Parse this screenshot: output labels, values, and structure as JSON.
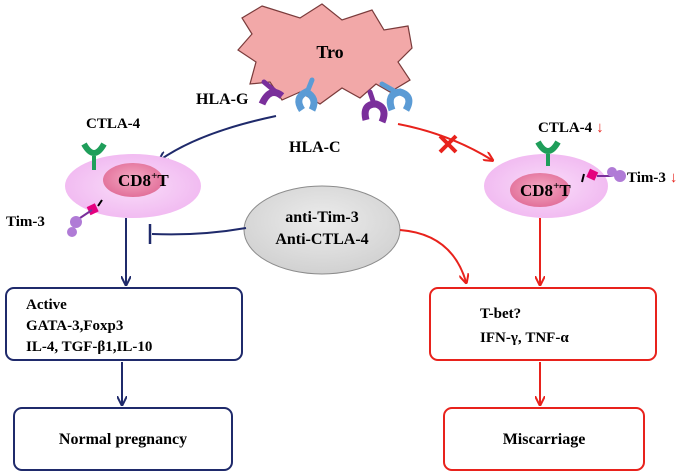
{
  "trophoblast": {
    "label": "Tro"
  },
  "receptors": {
    "hla_g": "HLA-G",
    "hla_c": "HLA-C"
  },
  "left_cell": {
    "label": "CD8",
    "sup": "+",
    "suffix": "T",
    "ctla4": "CTLA-4",
    "tim3": "Tim-3"
  },
  "right_cell": {
    "label": "CD8",
    "sup": "+",
    "suffix": "T",
    "ctla4": "CTLA-4",
    "tim3": "Tim-3",
    "down_arrow": "↓"
  },
  "blockers": {
    "line1": "anti-Tim-3",
    "line2": "Anti-CTLA-4"
  },
  "left_effects": {
    "line1": "Active",
    "line2": "GATA-3,Foxp3",
    "line3": "IL-4, TGF-β1,IL-10"
  },
  "right_effects": {
    "line1": "T-bet?",
    "line2": "IFN-γ, TNF-α"
  },
  "outcomes": {
    "normal": "Normal pregnancy",
    "miscarriage": "Miscarriage"
  },
  "colors": {
    "navy": "#1f2a6b",
    "red": "#e8221c",
    "tro_fill": "#f2a8a8",
    "cell_outer": "#f3c4f3",
    "cell_inner": "#e87fa6",
    "ellipse": "#d9d9d9",
    "receptor_purple": "#7a2f9b",
    "receptor_blue": "#5b9bd5",
    "ctla_green": "#1f9e5a"
  }
}
